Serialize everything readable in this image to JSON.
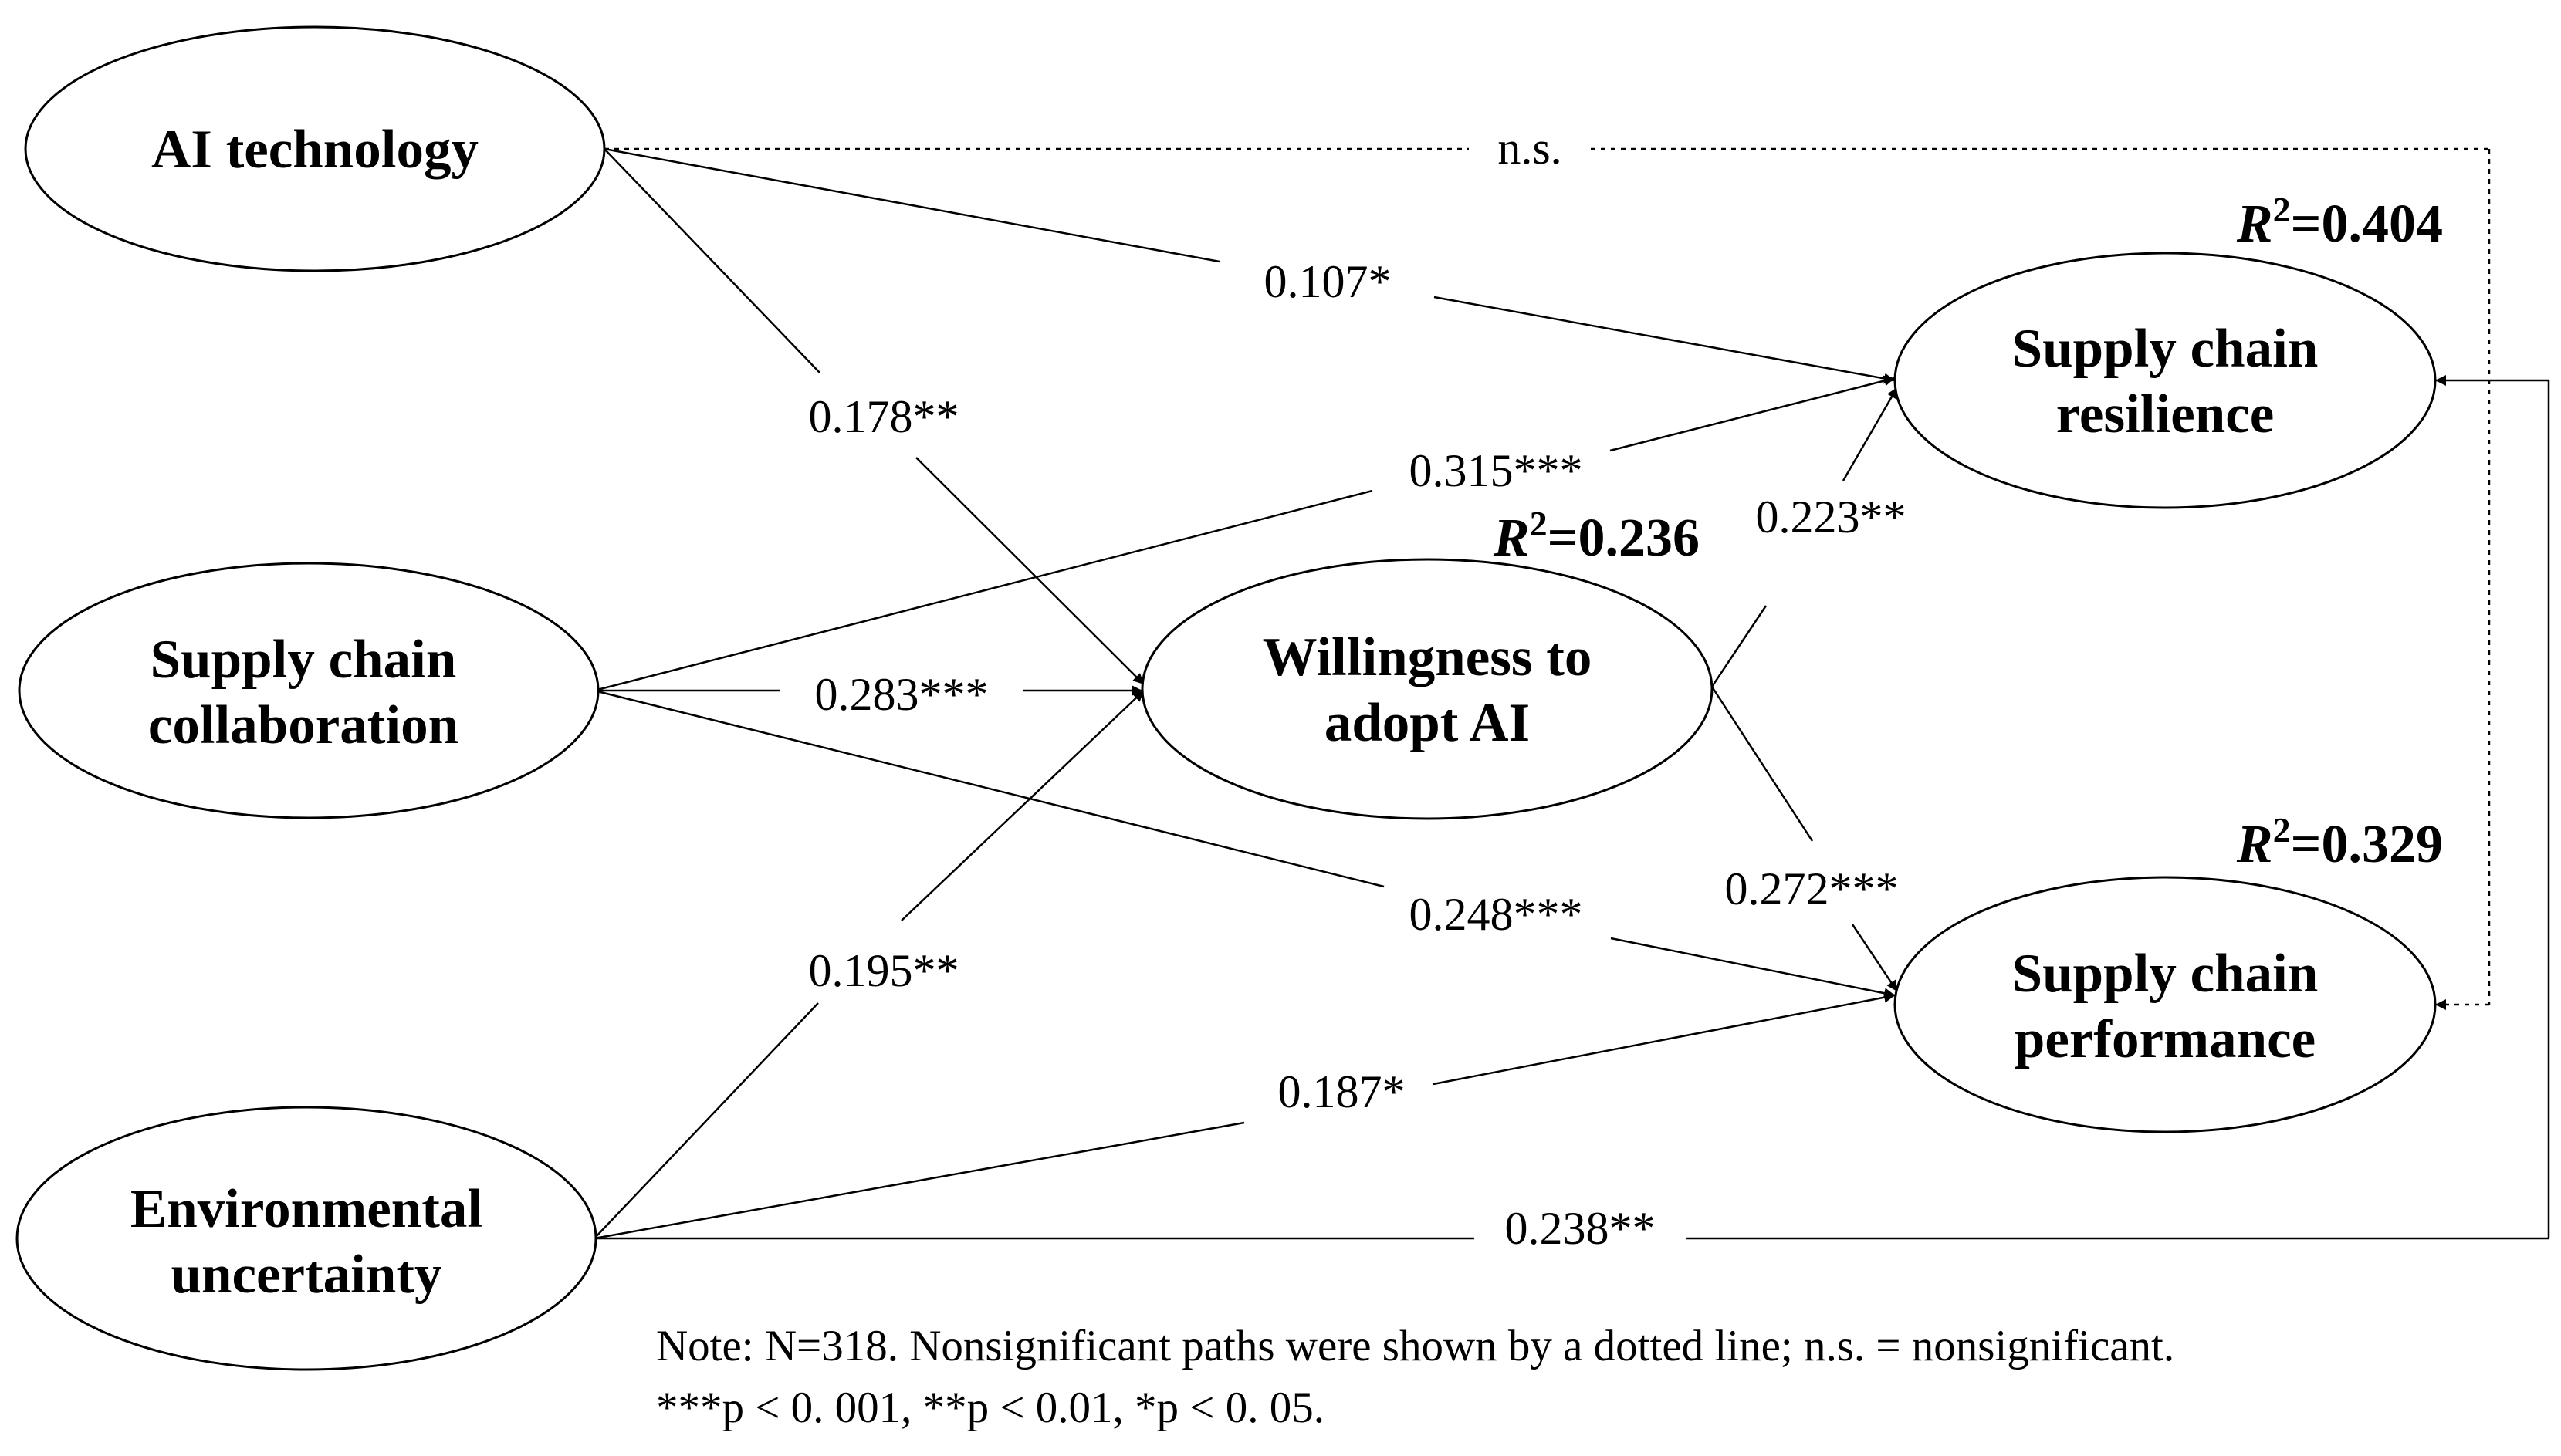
{
  "nodes": {
    "ai_technology": {
      "lines": [
        "AI technology"
      ]
    },
    "collaboration": {
      "lines": [
        "Supply chain",
        "collaboration"
      ]
    },
    "uncertainty": {
      "lines": [
        "Environmental",
        "uncertainty"
      ]
    },
    "willingness": {
      "lines": [
        "Willingness to",
        "adopt AI"
      ],
      "r2": {
        "prefix": "R",
        "sup": "2",
        "value": "=0.236"
      }
    },
    "resilience": {
      "lines": [
        "Supply chain",
        "resilience"
      ],
      "r2": {
        "prefix": "R",
        "sup": "2",
        "value": "=0.404"
      }
    },
    "performance": {
      "lines": [
        "Supply chain",
        "performance"
      ],
      "r2": {
        "prefix": "R",
        "sup": "2",
        "value": "=0.329"
      }
    }
  },
  "paths": {
    "ai_resilience": {
      "label": "0.107*",
      "significant": true
    },
    "ai_willingness": {
      "label": "0.178**",
      "significant": true
    },
    "ai_performance": {
      "label": "n.s.",
      "significant": false
    },
    "collab_resilience": {
      "label": "0.315***",
      "significant": true
    },
    "collab_willingness": {
      "label": "0.283***",
      "significant": true
    },
    "collab_performance": {
      "label": "0.248***",
      "significant": true
    },
    "uncert_willingness": {
      "label": "0.195**",
      "significant": true
    },
    "uncert_performance": {
      "label": "0.187*",
      "significant": true
    },
    "uncert_resilience": {
      "label": "0.238**",
      "significant": true
    },
    "willingness_resilience": {
      "label": "0.223**",
      "significant": true
    },
    "willingness_performance": {
      "label": "0.272***",
      "significant": true
    }
  },
  "note": {
    "line1": "Note: N=318. Nonsignificant paths were shown by a dotted line; n.s. = nonsignificant.",
    "line2": "***p < 0. 001, **p < 0.01, *p < 0. 05."
  },
  "colors": {
    "stroke": "#000000",
    "background": "#ffffff"
  }
}
